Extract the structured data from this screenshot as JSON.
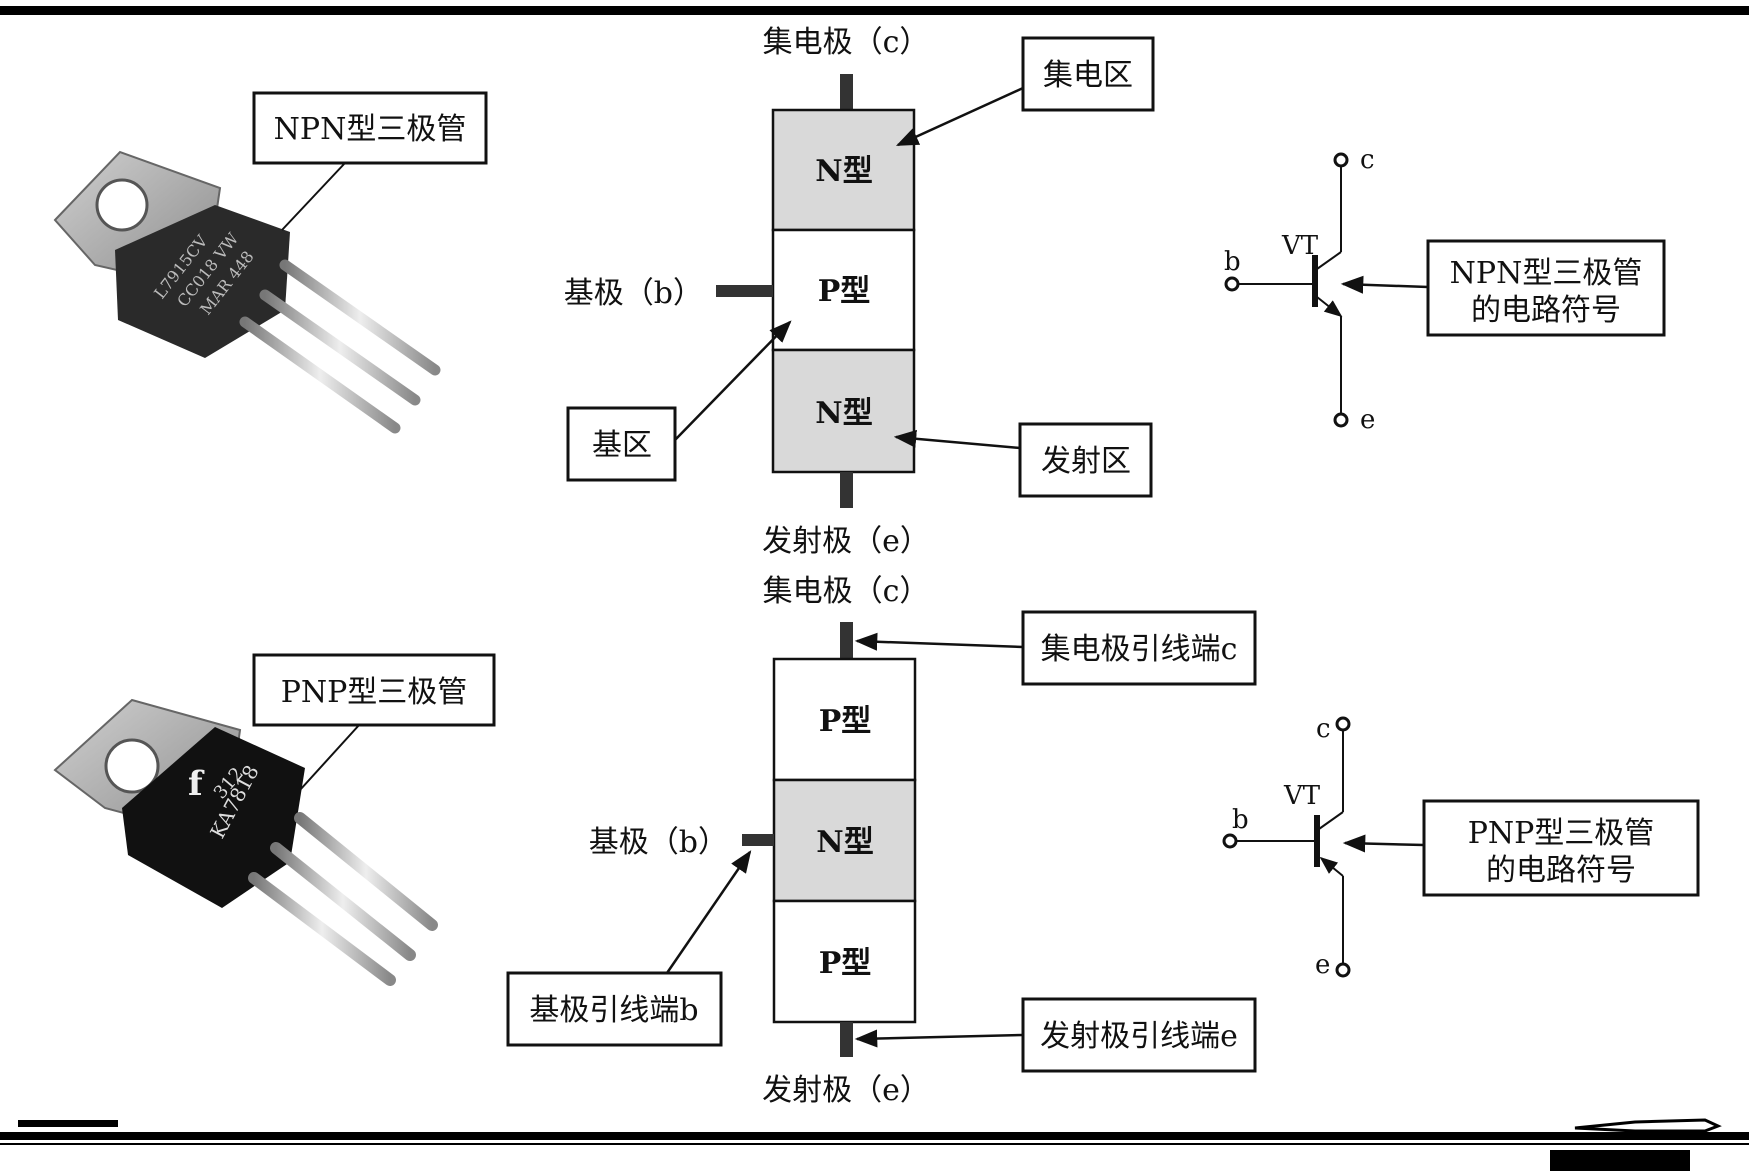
{
  "npn": {
    "device_label": "NPN型三极管",
    "collector": "集电极（c）",
    "emitter": "发射极（e）",
    "base": "基极（b）",
    "regions": [
      "N型",
      "P型",
      "N型"
    ],
    "collector_region": "集电区",
    "base_region": "基区",
    "emitter_region": "发射区",
    "symbol_label_line1": "NPN型三极管",
    "symbol_label_line2": "的电路符号",
    "sym_c": "c",
    "sym_b": "b",
    "sym_e": "e",
    "sym_vt": "VT",
    "package_marking": [
      "L7915CV",
      "CC018 VW",
      "MAR 448"
    ]
  },
  "pnp": {
    "device_label": "PNP型三极管",
    "collector": "集电极（c）",
    "emitter": "发射极（e）",
    "base": "基极（b）",
    "regions": [
      "P型",
      "N型",
      "P型"
    ],
    "collector_lead": "集电极引线端c",
    "base_lead": "基极引线端b",
    "emitter_lead": "发射极引线端e",
    "symbol_label_line1": "PNP型三极管",
    "symbol_label_line2": "的电路符号",
    "sym_c": "c",
    "sym_b": "b",
    "sym_e": "e",
    "sym_vt": "VT",
    "package_marking": [
      "312",
      "KA7818"
    ]
  },
  "colors": {
    "n_region": "#d9d9d9",
    "p_region": "#ffffff",
    "package_body": "#2a2a2a",
    "tab_metal": "#a9a9a9"
  }
}
